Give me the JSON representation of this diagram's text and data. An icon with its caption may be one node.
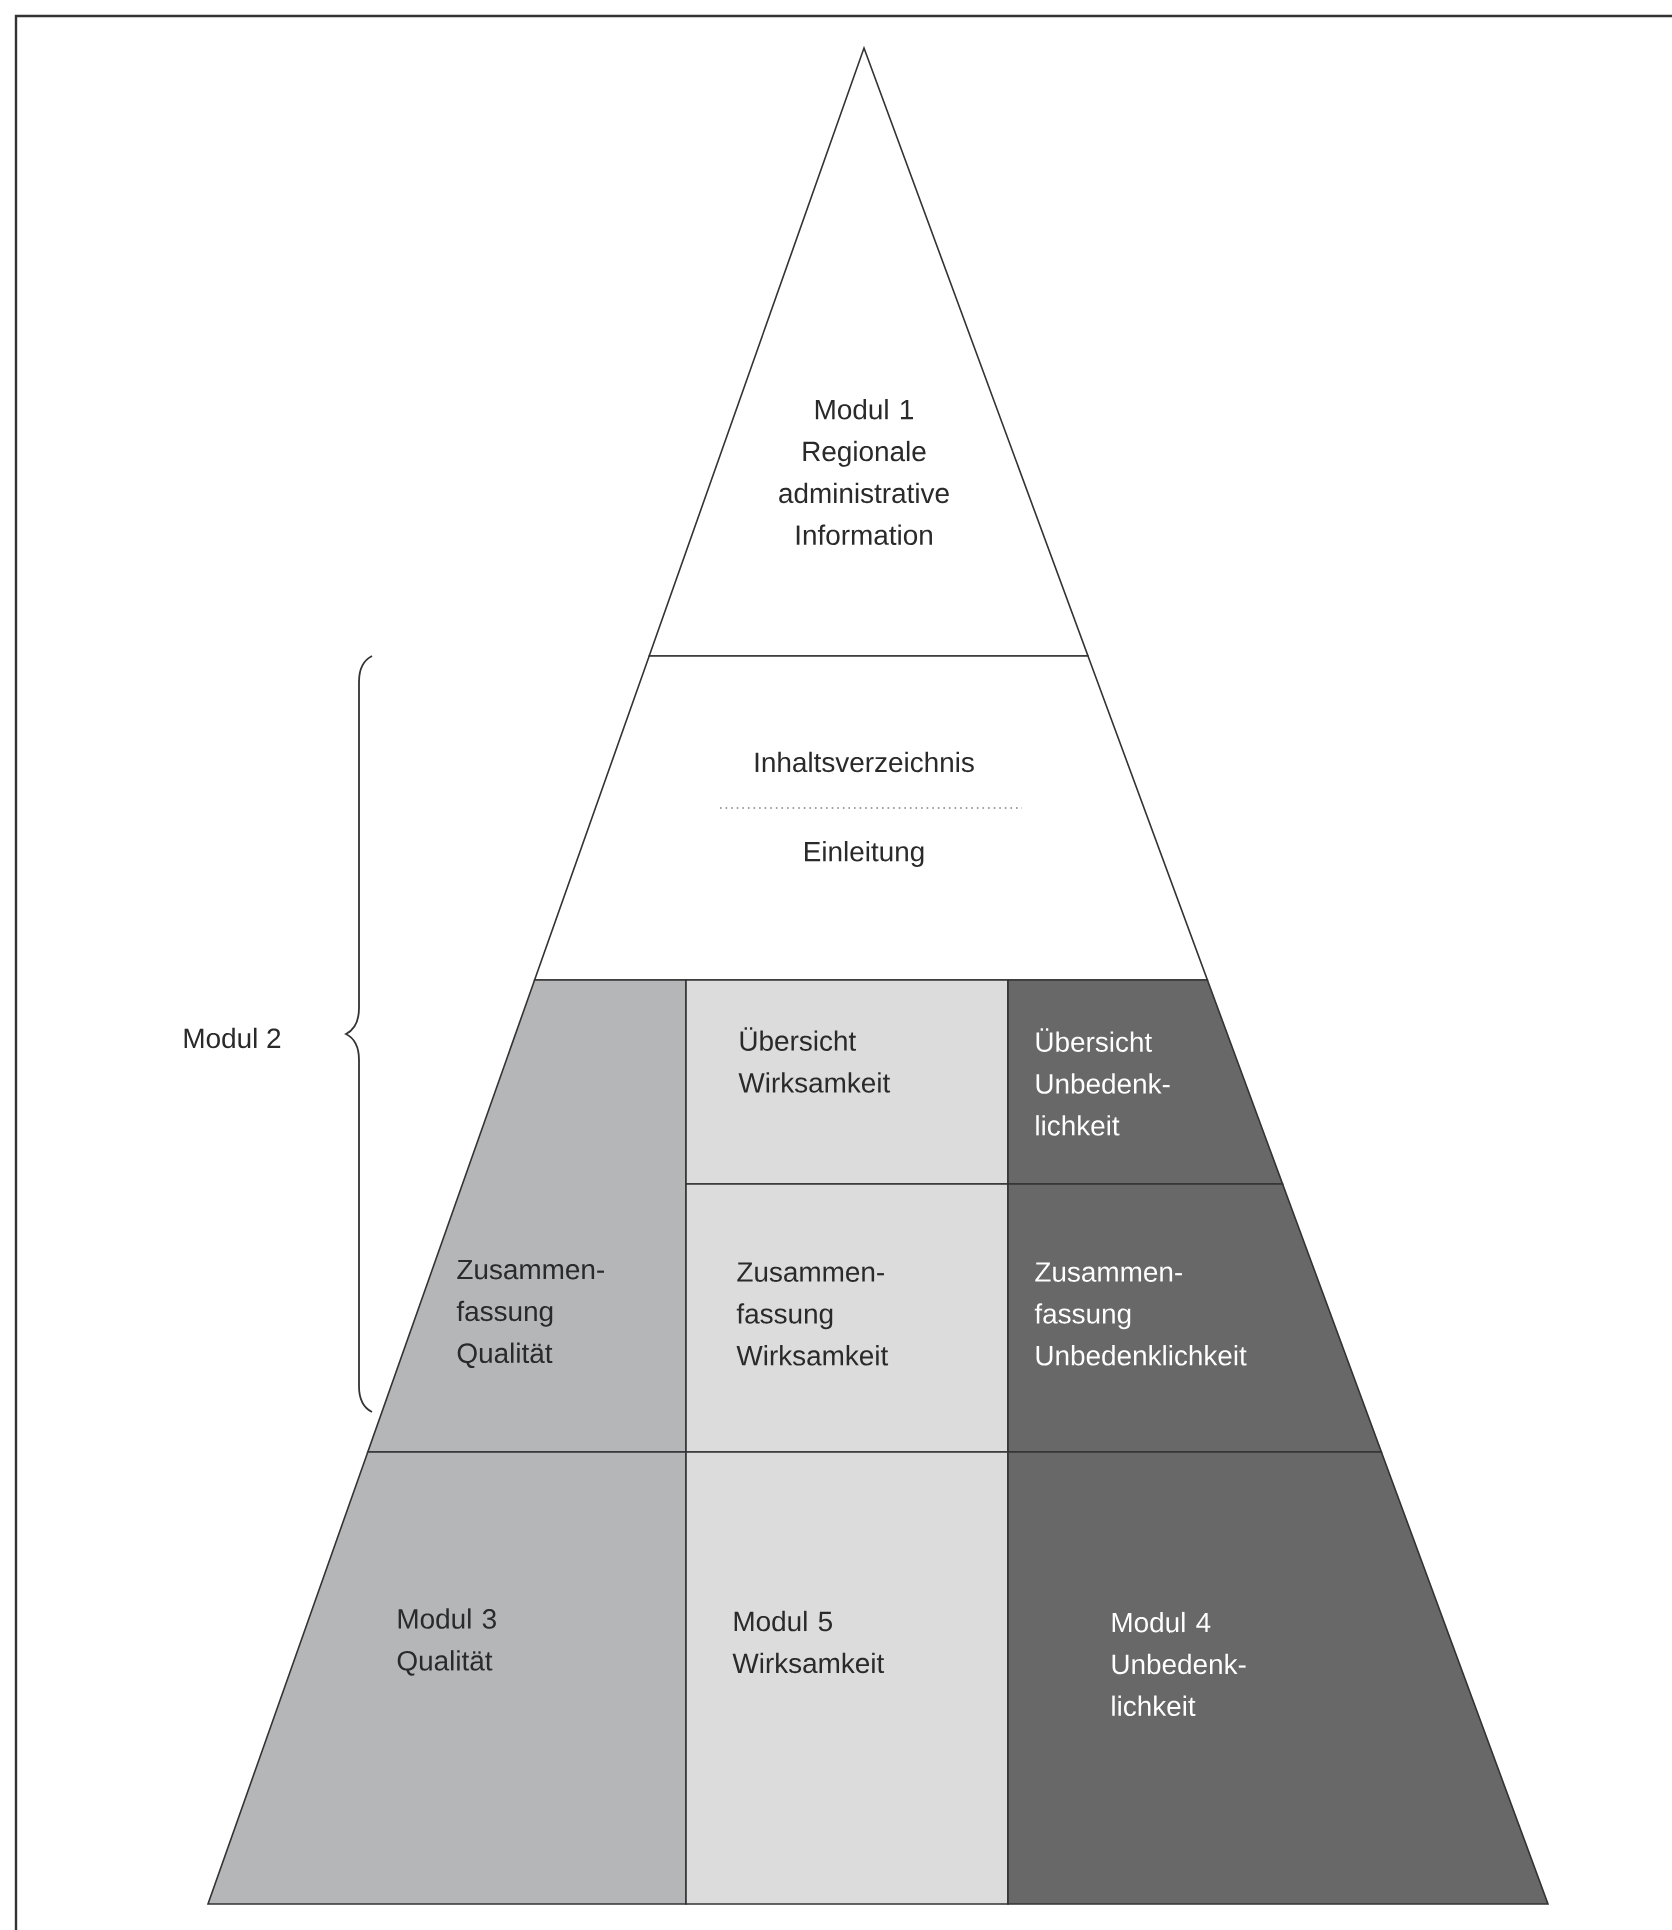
{
  "diagram": {
    "nodes": [
      {
        "text": [
          "Modul 1 Regionale administrative Information"
        ]
      },
      {
        "text": [
          "Inhaltsverzeichnis",
          "Einleitung"
        ]
      },
      {
        "text": [
          "Zusammen- fassung Qualität"
        ]
      },
      {
        "text": [
          "Übersicht Wirksamkeit"
        ]
      },
      {
        "text": [
          "Übersicht Unbedenk- lichkeit"
        ]
      },
      {
        "text": [
          "Zusammen- fassung Wirksamkeit"
        ]
      },
      {
        "text": [
          "Zusammen- fassung Unbedenklichkeit"
        ]
      },
      {
        "text": [
          "Modul 3 Qualität"
        ]
      },
      {
        "text": [
          "Modul 5 Wirksamkeit"
        ]
      },
      {
        "text": [
          "Modul 4 Unbedenk- lichkeit"
        ]
      }
    ],
    "labels": [
      "Modul 2"
    ]
  }
}
